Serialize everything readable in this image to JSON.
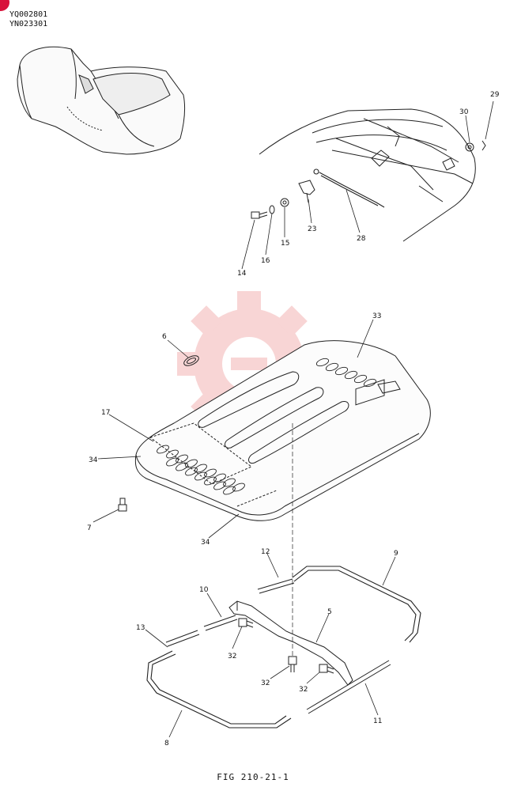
{
  "header": {
    "code_1": "YQ002801",
    "code_2": "YN023301",
    "badge_color": "#d8123a"
  },
  "figure": {
    "caption": "FIG 210-21-1",
    "watermark_color": "#f3b3b3",
    "callouts": {
      "c29": "29",
      "c30": "30",
      "c23": "23",
      "c28": "28",
      "c15": "15",
      "c16": "16",
      "c14": "14",
      "c6": "6",
      "c33": "33",
      "c17": "17",
      "c34a": "34",
      "c34b": "34",
      "c7": "7",
      "c12": "12",
      "c9": "9",
      "c10": "10",
      "c5": "5",
      "c13": "13",
      "c32a": "32",
      "c32b": "32",
      "c32c": "32",
      "c11": "11",
      "c8": "8"
    }
  }
}
